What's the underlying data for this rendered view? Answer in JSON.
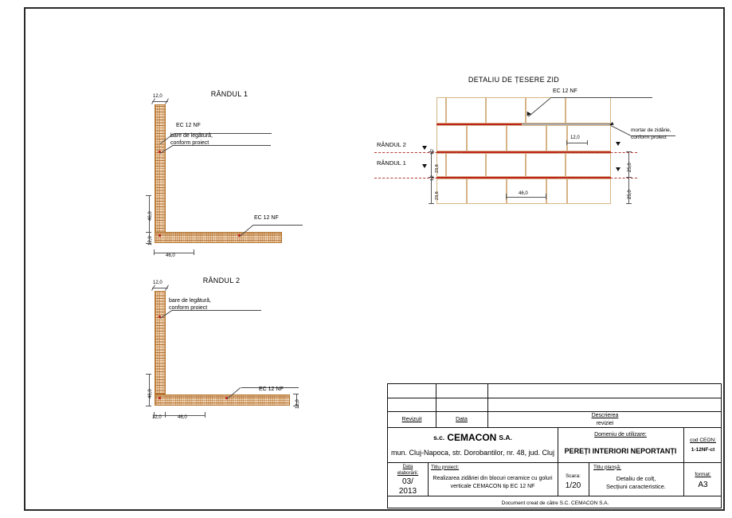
{
  "sheet": {
    "footer_note": "Document creat de către S.C. CEMACON S.A."
  },
  "drawings": [
    {
      "id": "randul-1",
      "title": "RÂNDUL 1",
      "labels": {
        "block_top": "EC 12 NF",
        "rebar": "bare de legătură,\nconform proiect",
        "rebar_line1": "bare de legătură,",
        "rebar_line2": "conform proiect",
        "block_bottom": "EC 12 NF"
      },
      "dimensions": {
        "top_width": "12,0",
        "vertical_leg": "46,0",
        "horizontal_thickness": "12,0",
        "bottom_width": "46,0"
      }
    },
    {
      "id": "randul-2",
      "title": "RÂNDUL 2",
      "labels": {
        "rebar_line1": "bare de legătură,",
        "rebar_line2": "conform proiect",
        "block_bottom": "EC 12 NF"
      },
      "dimensions": {
        "top_width": "12,0",
        "vertical_leg": "46,0",
        "right_thickness": "12,0",
        "bottom_left": "12,0",
        "bottom_width": "46,0"
      }
    },
    {
      "id": "detaliu-tesere",
      "title": "DETALIU DE ȚESERE ZID",
      "labels": {
        "block": "EC 12 NF",
        "mortar_line1": "mortar de zidărie,",
        "mortar_line2": "conform proiect",
        "course_2": "RÂNDUL 2",
        "course_1": "RÂNDUL 1"
      },
      "dimensions": {
        "left_joint_upper": "1,2",
        "left_course_upper": "23,8",
        "left_joint_lower": "1,2",
        "left_course_lower": "23,8",
        "top_block_width": "12,0",
        "right_course_upper": "25,0",
        "right_course_lower": "25,0",
        "bottom_block_length": "46,0"
      }
    }
  ],
  "titleblock": {
    "revision_header": {
      "revizuit": "Revizuit",
      "data": "Data",
      "descriere_line1": "Descrierea",
      "descriere_line2": "reviziei"
    },
    "company": {
      "name_prefix": "s.c.",
      "name": "CEMACON",
      "name_suffix": "S.A.",
      "address": "mun. Cluj-Napoca, str. Dorobantilor, nr. 48, jud. Cluj"
    },
    "domeniu": {
      "label": "Domeniu de utilizare:",
      "value": "PEREȚI INTERIORI NEPORTANȚI"
    },
    "cod_ceon": {
      "label": "cod CEON:",
      "value": "1-12NF-ct"
    },
    "data_elaborarii": {
      "label_line1": "Data",
      "label_line2": "elaborării:",
      "value_line1": "03/",
      "value_line2": "2013"
    },
    "titlu_proiect": {
      "label": "Titlu proiect:",
      "value_line1": "Realizarea zidăriei din blocuri ceramice cu goluri",
      "value_line2": "verticale CEMACON tip EC 12 NF"
    },
    "scara": {
      "label": "Scara:",
      "value": "1/20"
    },
    "titlu_plansa": {
      "label": "Titlu planșă:",
      "value_line1": "Detaliu de colț,",
      "value_line2": "Secțiuni caracteristice."
    },
    "format": {
      "label": "format:",
      "value": "A3"
    }
  },
  "colors": {
    "brick_fill": "#f3dcc0",
    "brick_hatch": "#aa6423",
    "mortar_red": "#c0201e",
    "mortar_grey": "#b9b9b9",
    "block_outline": "#d6b485",
    "frame": "#2a2a2a"
  }
}
